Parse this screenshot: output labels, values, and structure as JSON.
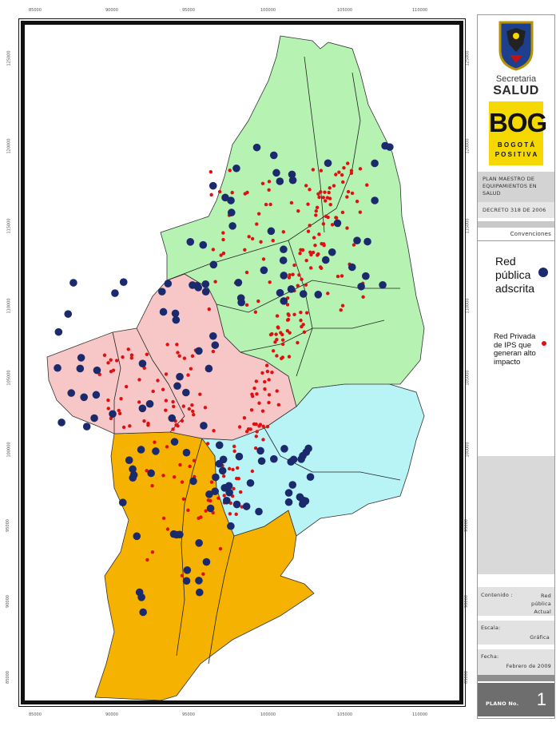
{
  "colors": {
    "north_region": "#b6f2b2",
    "west_region": "#f7c6c6",
    "southeast_region": "#b8f3f5",
    "south_region": "#f6b200",
    "public_dot": "#1a2a6c",
    "private_dot": "#e01010",
    "frame": "#111111",
    "brand_yellow": "#f5d800"
  },
  "title_block": {
    "secretaria_line1": "Secretaria",
    "secretaria_line2": "SALUD",
    "bog_logo": "BOG",
    "bog_sub1": "B O G O T Á",
    "bog_sub2": "P O S I T I V A",
    "plan_title": "PLAN MAESTRO DE EQUIPAMIENTOS EN SALUD",
    "decree": "DECRETO 318 DE 2006",
    "convenciones": "Convenciones"
  },
  "legend": {
    "public_label": "Red pública adscrita",
    "private_label": "Red Privada de IPS que generan  alto impacto"
  },
  "info": {
    "contenido_label": "Contenido :",
    "contenido_value": "Red pública Actual",
    "escala_label": "Escala:",
    "escala_value": "Gráfica",
    "fecha_label": "Fecha:",
    "fecha_value": "Febrero de 2009",
    "plano_label": "PLANO No.",
    "plano_number": "1"
  },
  "axis_ticks": {
    "top": [
      "85000",
      "90000",
      "95000",
      "100000",
      "105000",
      "110000"
    ],
    "bottom": [
      "85000",
      "90000",
      "95000",
      "100000",
      "105000",
      "110000"
    ],
    "left": [
      "125000",
      "120000",
      "115000",
      "110000",
      "105000",
      "100000",
      "95000",
      "90000",
      "85000"
    ],
    "right": [
      "125000",
      "120000",
      "115000",
      "110000",
      "105000",
      "100000",
      "95000",
      "90000",
      "85000"
    ]
  }
}
